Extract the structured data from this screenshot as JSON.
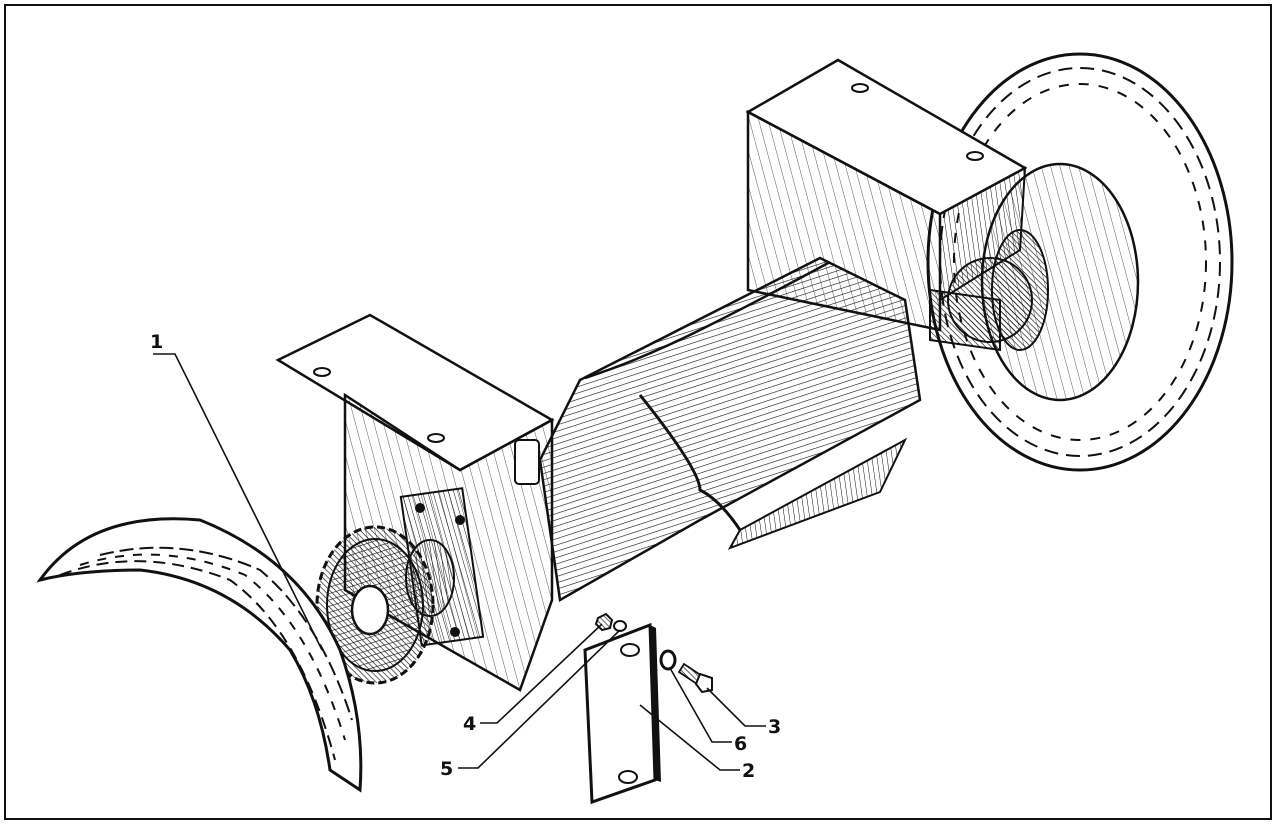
{
  "figure": {
    "type": "exploded-assembly-drawing",
    "subject": "rear-axle-beam-with-sprockets-and-wheels",
    "line_color": "#111111",
    "background": "#ffffff",
    "callouts": [
      {
        "id": "1",
        "label": "1",
        "target": "axle-shaft"
      },
      {
        "id": "2",
        "label": "2",
        "target": "cover-plate"
      },
      {
        "id": "3",
        "label": "3",
        "target": "bolt"
      },
      {
        "id": "4",
        "label": "4",
        "target": "nut"
      },
      {
        "id": "5",
        "label": "5",
        "target": "washer"
      },
      {
        "id": "6",
        "label": "6",
        "target": "spring-washer"
      }
    ]
  }
}
